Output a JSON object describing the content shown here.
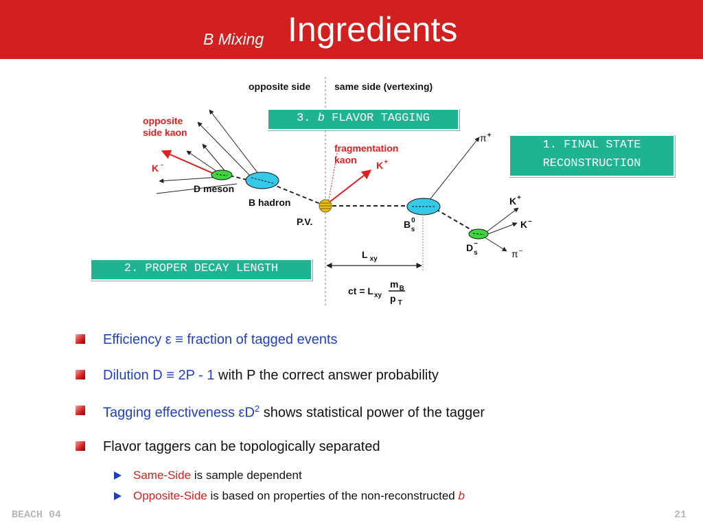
{
  "header": {
    "subtitle": "B Mixing",
    "title": "Ingredients"
  },
  "diagram": {
    "opposite_side": "opposite side",
    "same_side": "same side (vertexing)",
    "opposite_side_kaon_1": "opposite",
    "opposite_side_kaon_2": "side kaon",
    "k_minus": "K",
    "k_minus_sup": "-",
    "fragmentation_kaon_1": "fragmentation",
    "fragmentation_kaon_2": "kaon",
    "k_plus": "K",
    "k_plus_sup": "+",
    "d_meson": "D meson",
    "b_hadron": "B hadron",
    "pv": "P.V.",
    "pi_plus": "π",
    "pi_plus_sup": "+",
    "k_plus_right": "K",
    "k_plus_right_sup": "+",
    "k_minus_right": "K",
    "k_minus_right_sup": "−",
    "pi_minus": "π",
    "pi_minus_sup": "−",
    "bs_base": "B",
    "bs_sup": "0",
    "bs_sub": "s",
    "ds_base": "D",
    "ds_sup": "−",
    "ds_sub": "s",
    "lxy_base": "L",
    "lxy_sub": "xy",
    "ct_prefix": "ct = L",
    "ct_sub": "xy",
    "ct_num_base": "m",
    "ct_num_sub": "B",
    "ct_den_base": "p",
    "ct_den_sub": "T"
  },
  "boxes": {
    "b3_prefix": "3. ",
    "b3_italic": "b",
    "b3_suffix": " FLAVOR TAGGING",
    "b1_line1": "1. FINAL STATE",
    "b1_line2": "RECONSTRUCTION",
    "b2": "2. PROPER DECAY LENGTH"
  },
  "bullets": {
    "b1_part1": "Efficiency ε ≡ fraction of tagged events",
    "b2_part1": "Dilution D ≡ 2P - 1",
    "b2_part2": " with P the correct answer probability",
    "b3_part1": "Tagging effectiveness εD",
    "b3_sup": "2",
    "b3_part2": " shows statistical power of the tagger",
    "b4": "Flavor taggers can be topologically separated",
    "s1_part1": "Same-Side",
    "s1_part2": " is sample dependent",
    "s2_part1": "Opposite-Side",
    "s2_part2": " is based on properties of the non-reconstructed ",
    "s2_part3": "b"
  },
  "footer": {
    "left": "BEACH 04",
    "right": "21"
  },
  "colors": {
    "header_red": "#d21f1f",
    "box_green": "#1fb491",
    "text_blue": "#1f3fbf",
    "ellipse_cyan": "#35c8e8",
    "ellipse_green": "#3ed63e",
    "pv_yellow": "#e8c020"
  }
}
